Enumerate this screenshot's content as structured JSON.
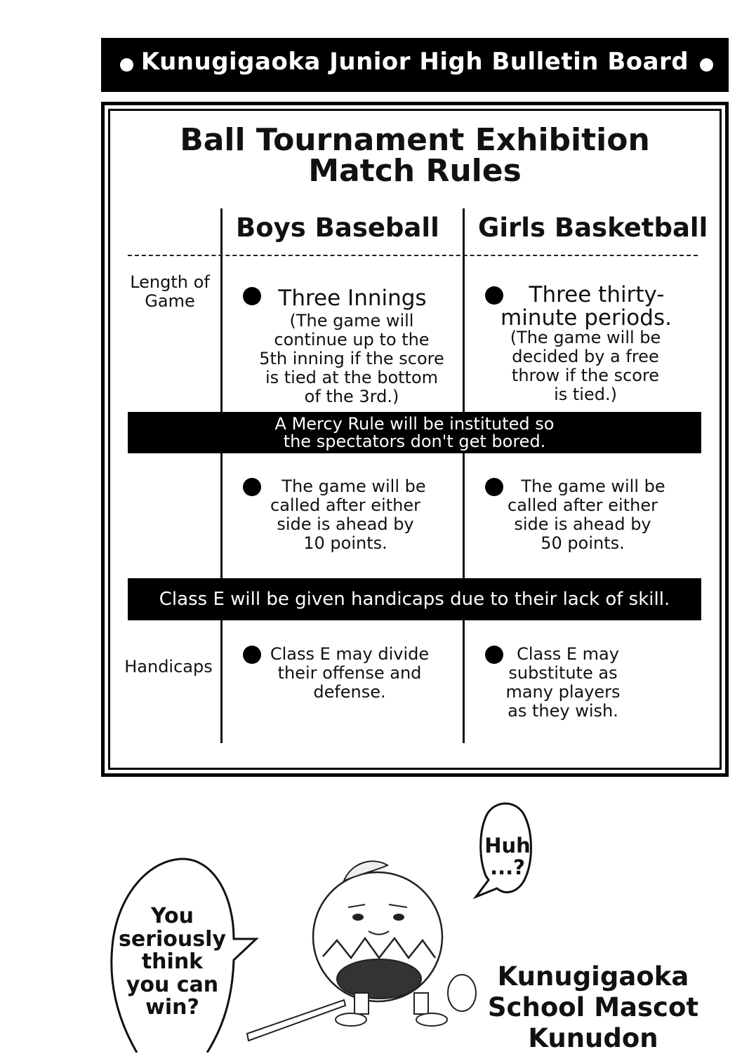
{
  "banner": {
    "title": "Kunugigaoka Junior High Bulletin Board"
  },
  "board": {
    "heading_line1": "Ball Tournament Exhibition",
    "heading_line2": "Match Rules",
    "col_boys": "Boys Baseball",
    "col_girls": "Girls Basketball",
    "row_length_line1": "Length of",
    "row_length_line2": "Game",
    "boys_length_main": "Three Innings",
    "boys_length_note": [
      "(The game will",
      "continue up to the",
      "5th inning if the score",
      "is tied at the bottom",
      "of the 3rd.)"
    ],
    "girls_length_main": [
      "Three thirty-",
      "minute periods."
    ],
    "girls_length_note": [
      "(The game will be",
      "decided by a free",
      "throw if the score",
      "is tied.)"
    ],
    "mercy_bar_line1": "A Mercy Rule will be instituted so",
    "mercy_bar_line2": "the spectators don't get bored.",
    "boys_mercy": [
      "The game will be",
      "called after either",
      "side is ahead by",
      "10 points."
    ],
    "girls_mercy": [
      "The game will be",
      "called after either",
      "side is ahead by",
      "50 points."
    ],
    "handicap_bar": "Class E will be given handicaps due to their lack of skill.",
    "row_handicaps": "Handicaps",
    "boys_handicap": [
      "Class E may divide",
      "their offense and",
      "defense."
    ],
    "girls_handicap": [
      "Class E may",
      "substitute as",
      "many players",
      "as they wish."
    ]
  },
  "bubbles": {
    "left": [
      "You",
      "seriously",
      "think",
      "you can",
      "win?"
    ],
    "right": [
      "Huh",
      "...?"
    ]
  },
  "mascot": {
    "caption": [
      "Kunugigaoka",
      "School Mascot",
      "Kunudon"
    ]
  }
}
